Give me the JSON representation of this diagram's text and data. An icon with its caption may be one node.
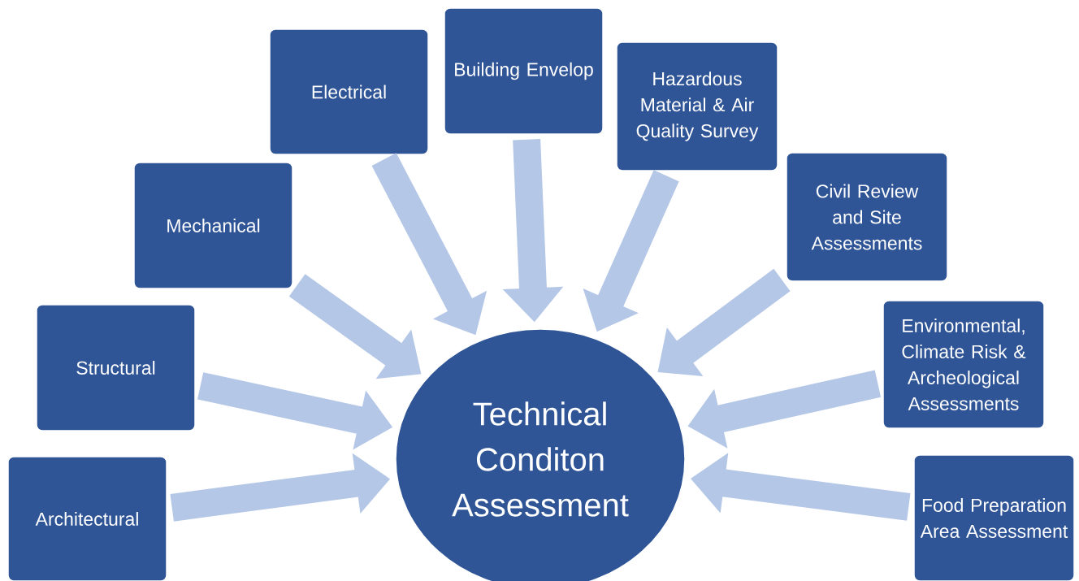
{
  "diagram": {
    "nodes": [
      {
        "text": [
          "Technical Conditon Assessment"
        ]
      },
      {
        "text": [
          "Architectural"
        ]
      },
      {
        "text": [
          "Structural"
        ]
      },
      {
        "text": [
          "Mechanical"
        ]
      },
      {
        "text": [
          "Electrical"
        ]
      },
      {
        "text": [
          "Building Envelop"
        ]
      },
      {
        "text": [
          "Hazardous Material & Air Quality Survey"
        ]
      },
      {
        "text": [
          "Civil Review and Site Assessments"
        ]
      },
      {
        "text": [
          "Environmental, Climate Risk & Archeological Assessments"
        ]
      },
      {
        "text": [
          "Food Preparation Area Assessment"
        ]
      }
    ],
    "edges": [
      {
        "from": 1,
        "to": 0,
        "arrow": "to"
      },
      {
        "from": 2,
        "to": 0,
        "arrow": "to"
      },
      {
        "from": 3,
        "to": 0,
        "arrow": "to"
      },
      {
        "from": 4,
        "to": 0,
        "arrow": "to"
      },
      {
        "from": 5,
        "to": 0,
        "arrow": "to"
      },
      {
        "from": 6,
        "to": 0,
        "arrow": "to"
      },
      {
        "from": 7,
        "to": 0,
        "arrow": "to"
      },
      {
        "from": 8,
        "to": 0,
        "arrow": "to"
      },
      {
        "from": 9,
        "to": 0,
        "arrow": "to"
      }
    ]
  }
}
